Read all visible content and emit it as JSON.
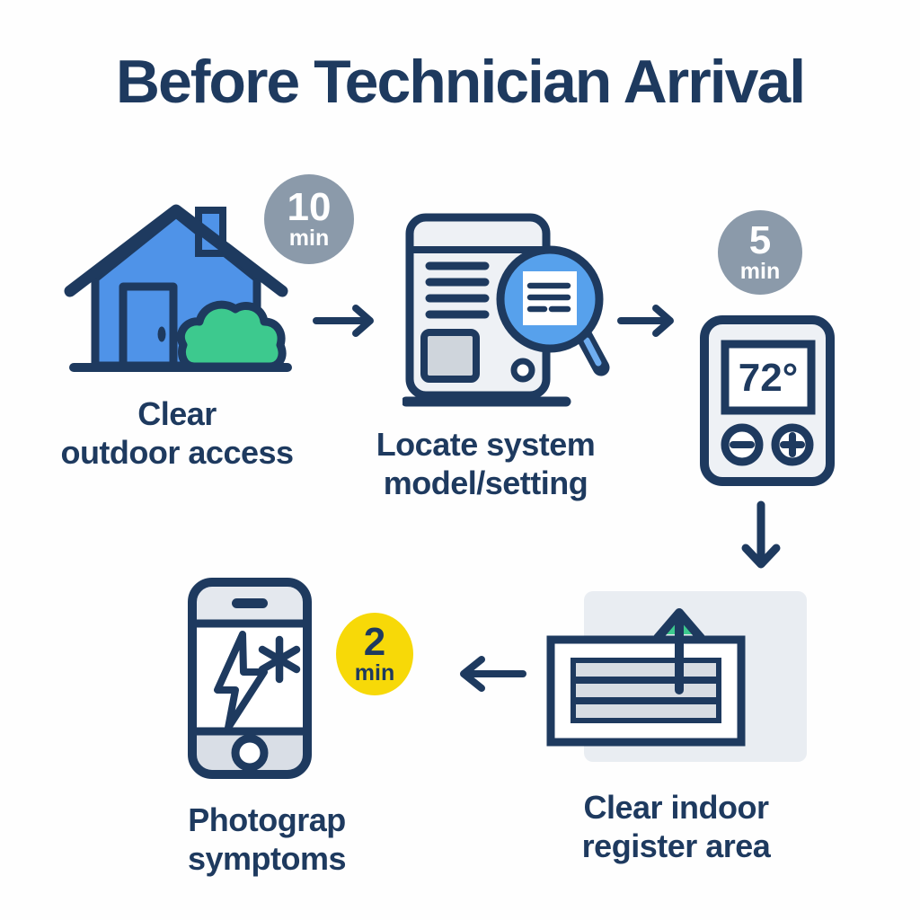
{
  "title": "Before Technician Arrival",
  "colors": {
    "navy": "#1e3a5f",
    "house_blue": "#4f93e8",
    "lens_blue": "#57a1ec",
    "bush_green": "#3dc98e",
    "badge_gray": "#8b9aaa",
    "badge_yellow": "#f7d908",
    "unit_fill": "#eef1f5",
    "wall_fill": "#e9edf2"
  },
  "steps": [
    {
      "name": "clear-outdoor-access",
      "icon": "house-icon",
      "label_line1": "Clear",
      "label_line2": "outdoor access",
      "badge": {
        "value": "10",
        "unit": "min"
      }
    },
    {
      "name": "locate-system-model",
      "icon": "furnace-magnifier-icon",
      "label_line1": "Locate system",
      "label_line2": "model/setting"
    },
    {
      "name": "set-thermostat",
      "icon": "thermostat-icon",
      "display": "72°",
      "badge": {
        "value": "5",
        "unit": "min"
      }
    },
    {
      "name": "clear-indoor-register",
      "icon": "air-register-icon",
      "label_line1": "Clear indoor",
      "label_line2": "register area"
    },
    {
      "name": "photograph-symptoms",
      "icon": "smartphone-symptom-icon",
      "label_line1": "Photograp",
      "label_line2": "symptoms",
      "badge": {
        "value": "2",
        "unit": "min"
      }
    }
  ]
}
